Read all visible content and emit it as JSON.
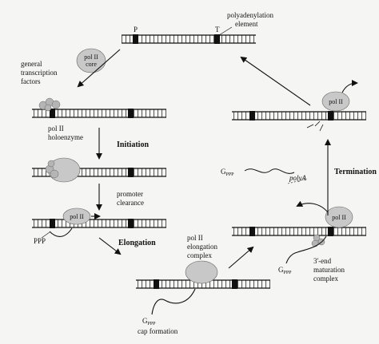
{
  "labels": {
    "promoter_P": "P",
    "terminator_T": "T",
    "polyadenylation_1": "polyadenylation",
    "polyadenylation_2": "element",
    "pol2_core_1": "pol II",
    "pol2_core_2": "core",
    "gtf_1": "general",
    "gtf_2": "transcription",
    "gtf_3": "factors",
    "holoenzyme_1": "pol II",
    "holoenzyme_2": "holoenzyme",
    "initiation": "Initiation",
    "clearance_1": "promoter",
    "clearance_2": "clearance",
    "pol2_short": "pol II",
    "ppp": "PPP",
    "elongation": "Elongation",
    "elong_complex_1": "pol II",
    "elong_complex_2": "elongation",
    "elong_complex_3": "complex",
    "gppp_g": "G",
    "gppp_sub": "PPP",
    "cap_formation": "cap formation",
    "maturation_1": "3'-end",
    "maturation_2": "maturation",
    "maturation_3": "complex",
    "termination": "Termination",
    "polya": "polyA"
  },
  "colors": {
    "ink": "#111111",
    "enzyme": "#c8c8c8",
    "factor": "#b5b5b5",
    "background": "#f5f5f3"
  }
}
